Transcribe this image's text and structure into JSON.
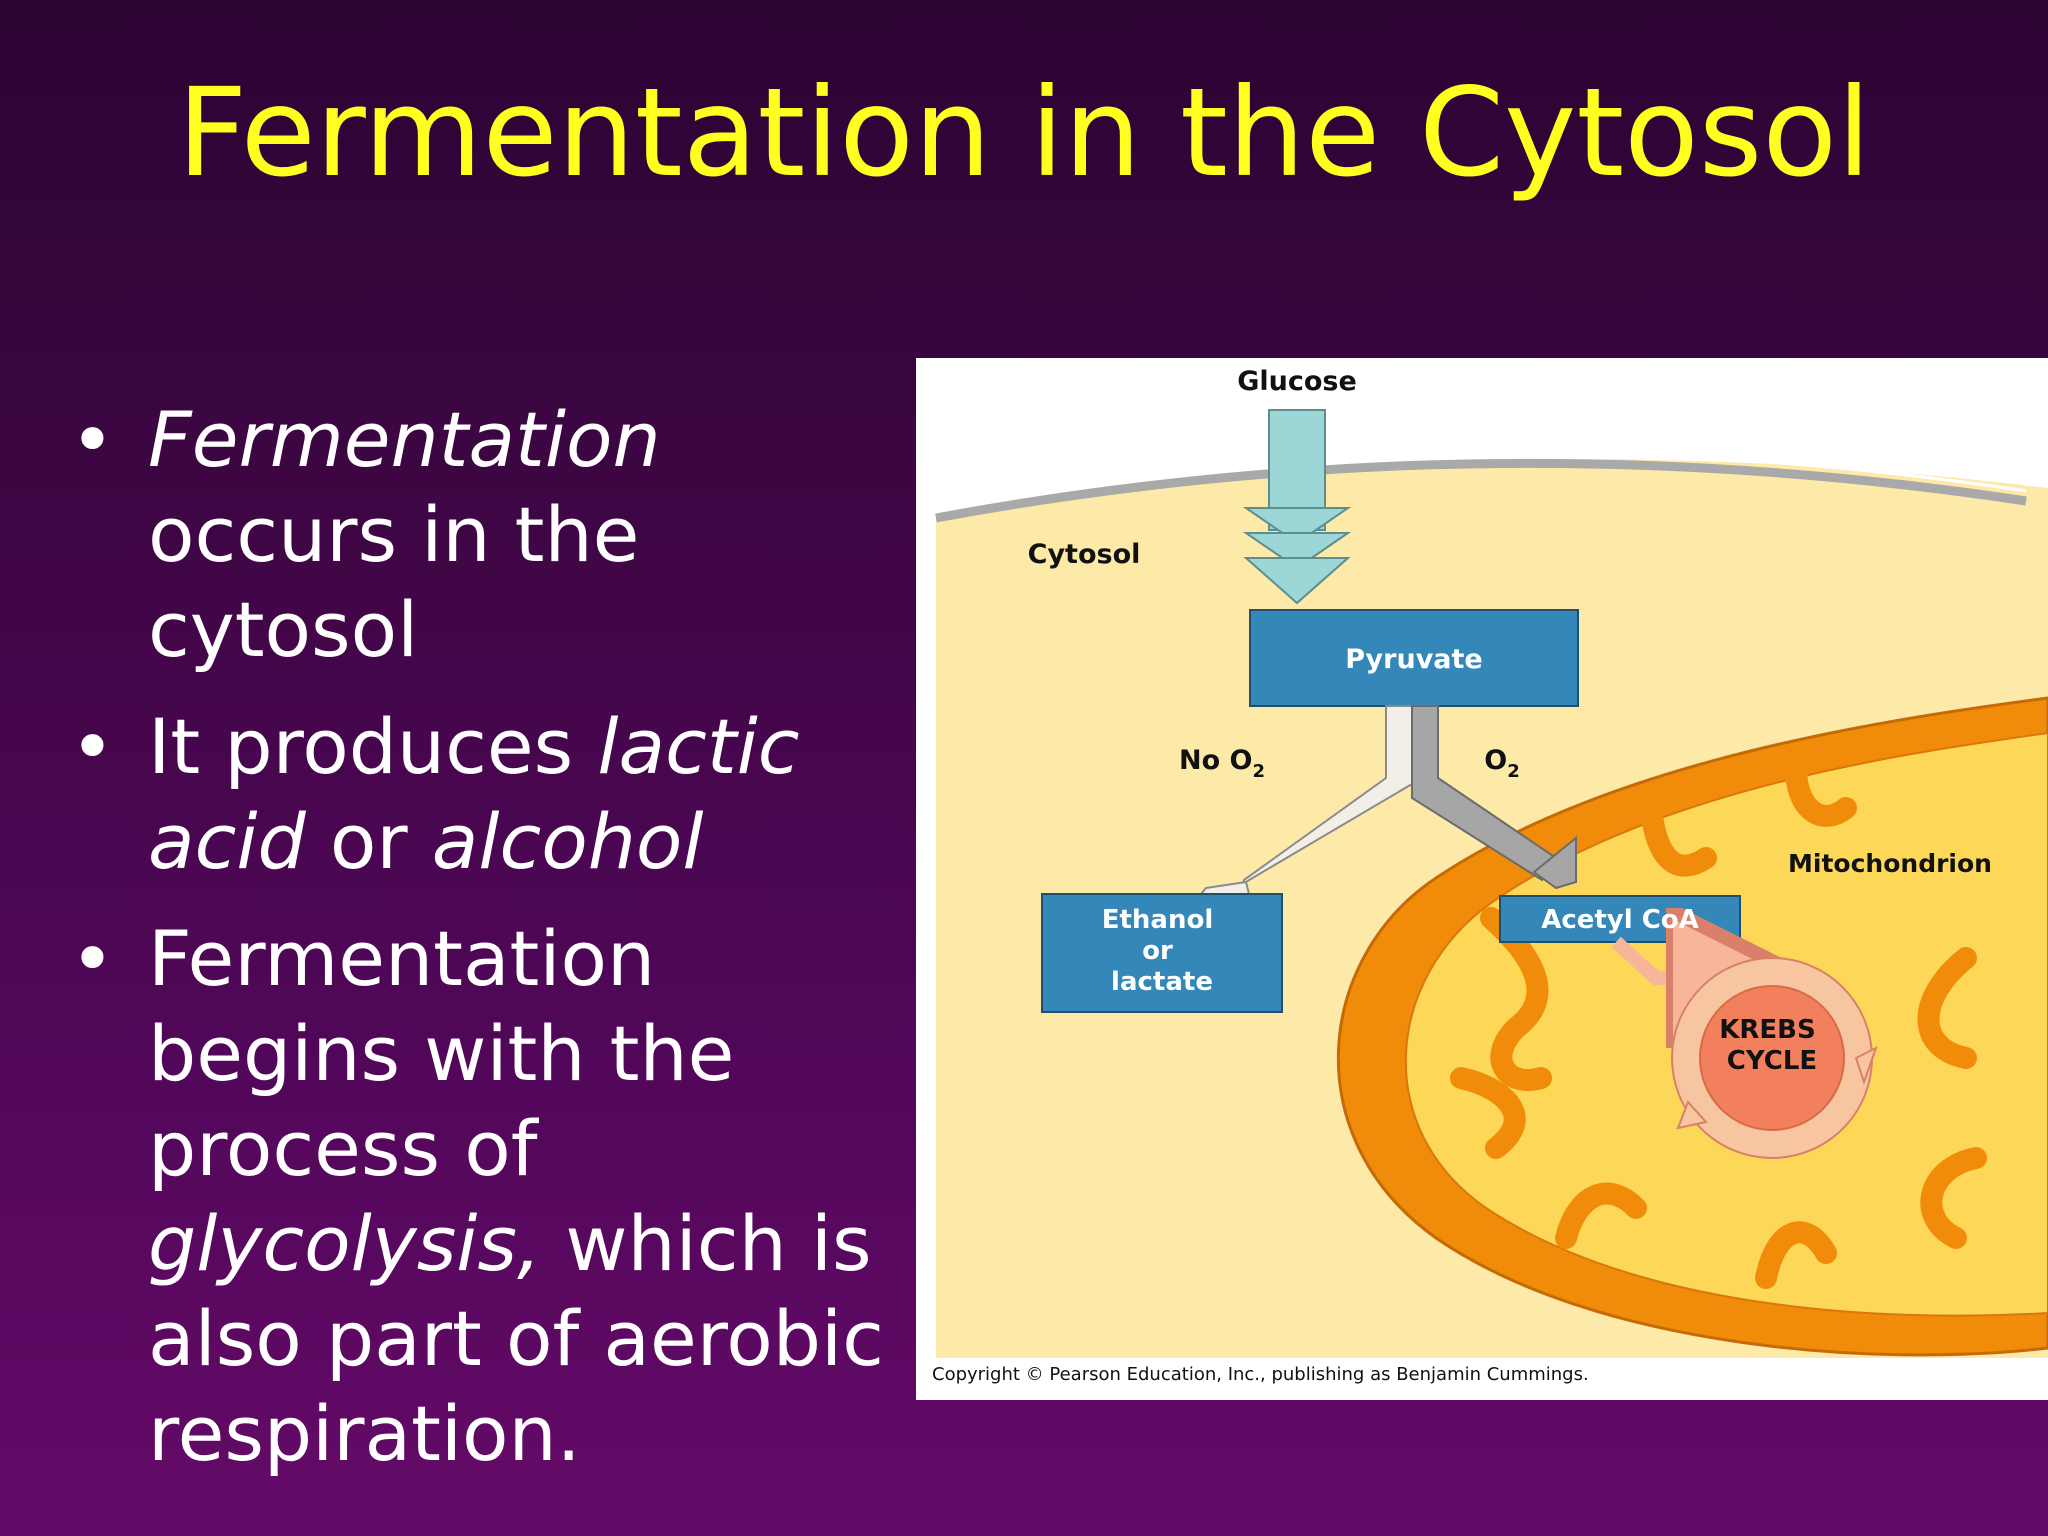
{
  "slide": {
    "title": "Fermentation in the Cytosol",
    "bullets": [
      {
        "parts": [
          {
            "text": "Fermentation",
            "italic": true
          },
          {
            "text": " occurs in the cytosol",
            "italic": false
          }
        ]
      },
      {
        "parts": [
          {
            "text": "It produces ",
            "italic": false
          },
          {
            "text": "lactic acid",
            "italic": true
          },
          {
            "text": " or ",
            "italic": false
          },
          {
            "text": "alcohol",
            "italic": true
          }
        ]
      },
      {
        "parts": [
          {
            "text": "Fermentation begins with the process of ",
            "italic": false
          },
          {
            "text": "glycolysis,",
            "italic": true
          },
          {
            "text": " which is also part of aerobic respiration.",
            "italic": false
          }
        ]
      }
    ]
  },
  "figure": {
    "glucose_label": "Glucose",
    "cytosol_label": "Cytosol",
    "pyruvate_label": "Pyruvate",
    "no_o2_label": "No O",
    "o2_label": "O",
    "o2_subscript": "2",
    "mitochondrion_label": "Mitochondrion",
    "ethanol_line1": "Ethanol",
    "ethanol_line2": "or",
    "ethanol_line3": "lactate",
    "acetyl_label": "Acetyl CoA",
    "krebs_line1": "KREBS",
    "krebs_line2": "CYCLE",
    "copyright": "Copyright © Pearson Education, Inc., publishing as Benjamin Cummings."
  },
  "colors": {
    "title": "#ffff1f",
    "cytosol_fill": "#fde9a8",
    "mito_outer": "#f08c0a",
    "mito_inner": "#fdd858",
    "box_blue": "#3488b9",
    "glucose_arrow": "#9cd6d6",
    "krebs_outer": "#f7c6a0",
    "krebs_inner": "#f3805c"
  }
}
